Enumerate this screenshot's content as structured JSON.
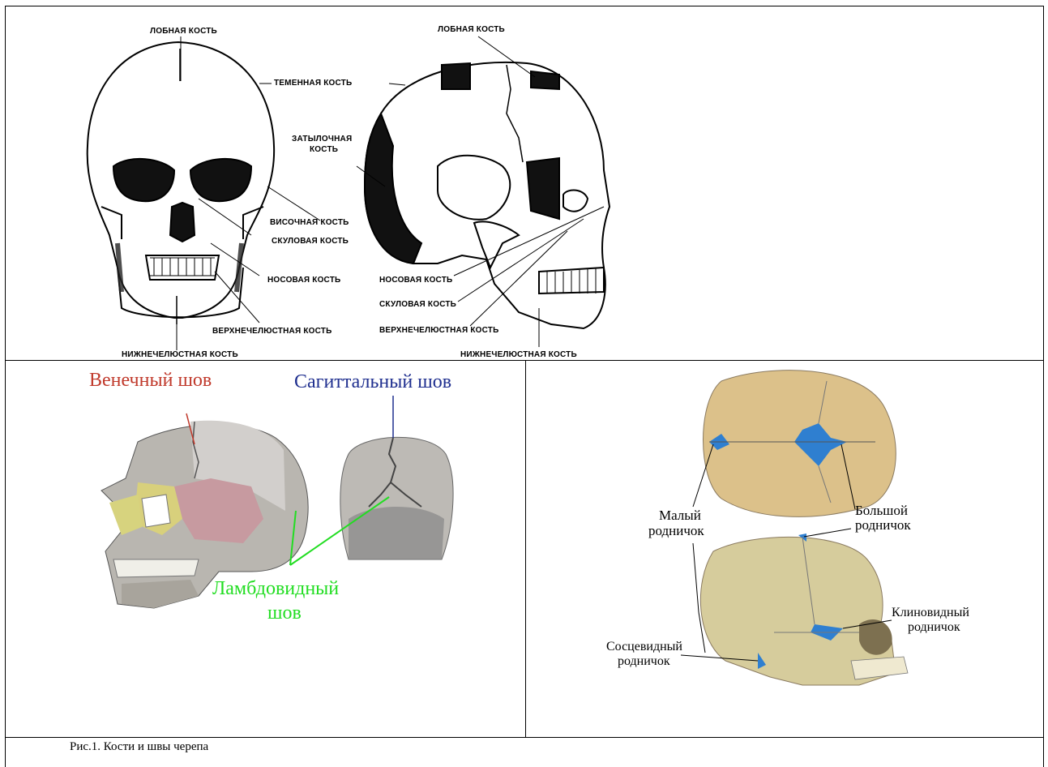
{
  "top_panel": {
    "front_labels": {
      "frontal": "ЛОБНАЯ КОСТЬ",
      "parietal": "ТЕМЕННАЯ КОСТЬ",
      "occipital_line1": "ЗАТЫЛОЧНАЯ",
      "occipital_line2": "КОСТЬ",
      "temporal": "ВИСОЧНАЯ КОСТЬ",
      "zygomatic": "СКУЛОВАЯ КОСТЬ",
      "nasal": "НОСОВАЯ КОСТЬ",
      "maxilla": "ВЕРХНЕЧЕЛЮСТНАЯ КОСТЬ",
      "mandible": "НИЖНЕЧЕЛЮСТНАЯ КОСТЬ"
    },
    "side_labels": {
      "frontal": "ЛОБНАЯ КОСТЬ",
      "nasal": "НОСОВАЯ КОСТЬ",
      "zygomatic": "СКУЛОВАЯ КОСТЬ",
      "maxilla": "ВЕРХНЕЧЕЛЮСТНАЯ КОСТЬ",
      "mandible": "НИЖНЕЧЕЛЮСТНАЯ КОСТЬ"
    }
  },
  "sutures_panel": {
    "coronal": "Венечный шов",
    "sagittal": "Сагиттальный шов",
    "lambdoid_line1": "Ламбдовидный",
    "lambdoid_line2": "шов",
    "colors": {
      "coronal": "#c0392b",
      "sagittal": "#1f2f8f",
      "lambdoid": "#22dd22"
    }
  },
  "fontanelles_panel": {
    "small_line1": "Малый",
    "small_line2": "родничок",
    "large_line1": "Большой",
    "large_line2": "родничок",
    "sphenoid_line1": "Клиновидный",
    "sphenoid_line2": "родничок",
    "mastoid_line1": "Сосцевидный",
    "mastoid_line2": "родничок",
    "fontanelle_color": "#2f7fd0"
  },
  "caption": "Рис.1. Кости и швы черепа"
}
